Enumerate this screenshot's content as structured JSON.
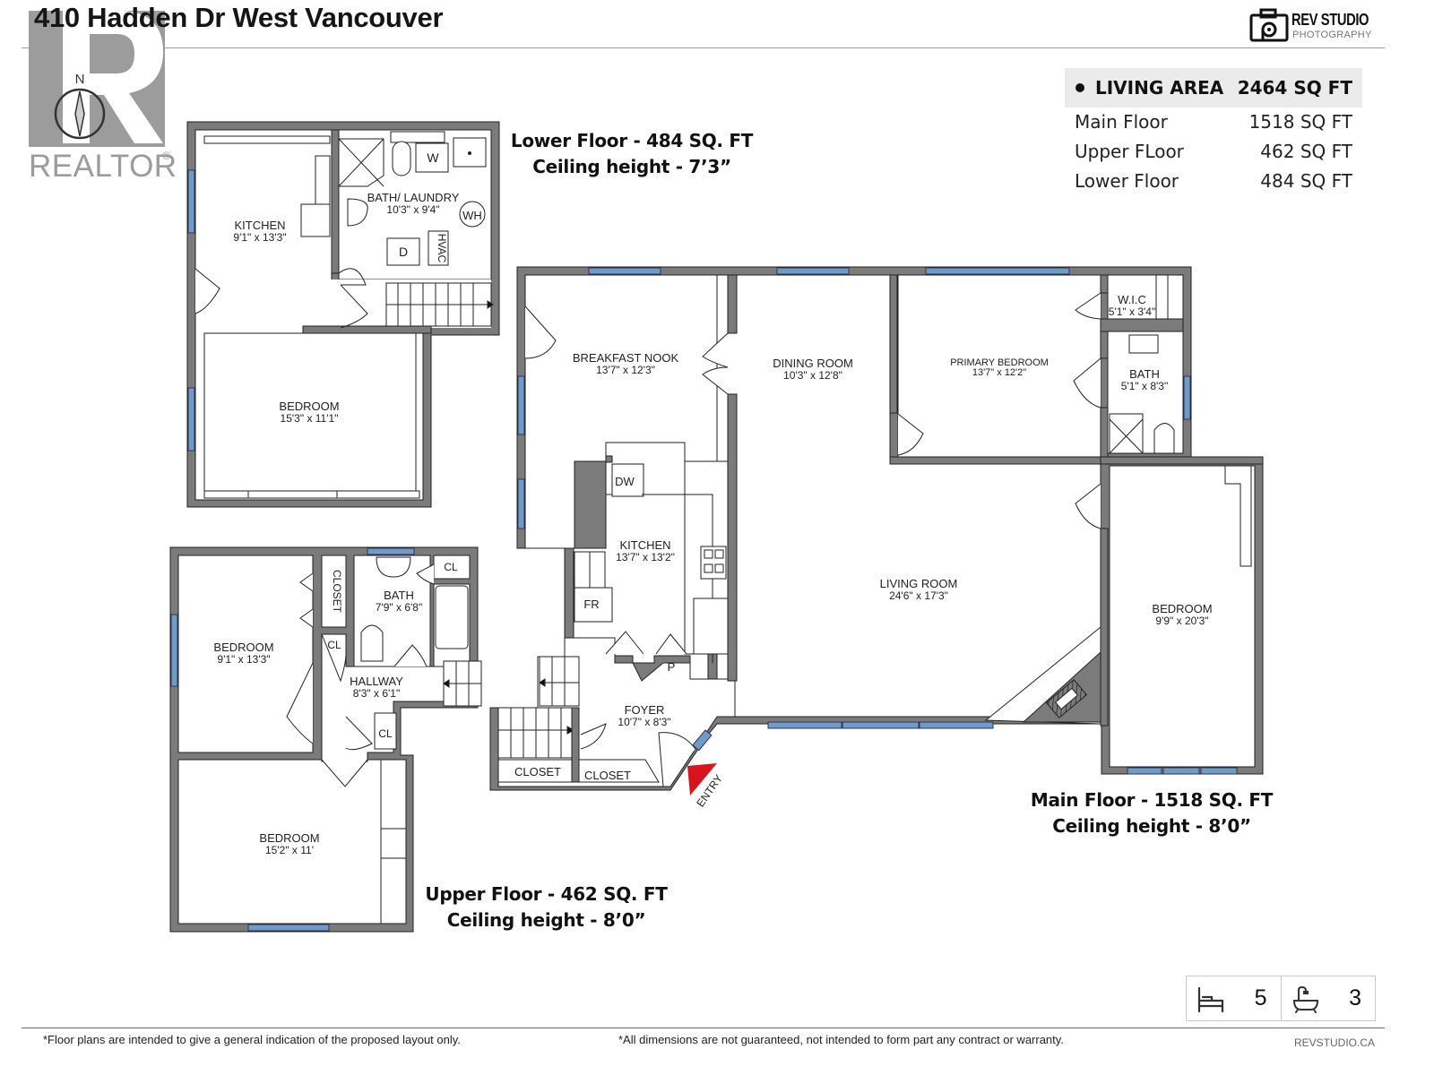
{
  "header": {
    "title": "410 Hadden Dr West Vancouver",
    "brand_name": "REV STUDIO",
    "brand_sub": "PHOTOGRAPHY",
    "watermark_text": "REALTOR",
    "compass_label": "N"
  },
  "area_table": {
    "title": "LIVING AREA",
    "total": "2464 SQ FT",
    "rows": [
      {
        "label": "Main Floor",
        "value": "1518 SQ FT"
      },
      {
        "label": "Upper FLoor",
        "value": "462 SQ FT"
      },
      {
        "label": "Lower Floor",
        "value": "484 SQ FT"
      }
    ]
  },
  "floors": {
    "lower": {
      "line1": "Lower Floor - 484 SQ. FT",
      "line2": "Ceiling height - 7’3”"
    },
    "main": {
      "line1": "Main Floor - 1518 SQ. FT",
      "line2": "Ceiling height - 8’0”"
    },
    "upper": {
      "line1": "Upper Floor - 462 SQ. FT",
      "line2": "Ceiling height - 8’0”"
    }
  },
  "rooms": {
    "lower_kitchen": {
      "name": "KITCHEN",
      "dims": "9'1\" x 13'3\""
    },
    "lower_bath_laundry": {
      "name": "BATH/ LAUNDRY",
      "dims": "10'3\" x 9'4\""
    },
    "lower_bedroom": {
      "name": "BEDROOM",
      "dims": "15'3\" x 11'1\""
    },
    "breakfast_nook": {
      "name": "BREAKFAST NOOK",
      "dims": "13'7\" x 12'3\""
    },
    "dining_room": {
      "name": "DINING ROOM",
      "dims": "10'3\" x 12'8\""
    },
    "primary_bedroom": {
      "name": "PRIMARY BEDROOM",
      "dims": "13'7\" x 12'2\""
    },
    "wic": {
      "name": "W.I.C",
      "dims": "5'1\" x 3'4\""
    },
    "main_bath": {
      "name": "BATH",
      "dims": "5'1\" x 8'3\""
    },
    "main_kitchen": {
      "name": "KITCHEN",
      "dims": "13'7\" x 13'2\""
    },
    "living_room": {
      "name": "LIVING ROOM",
      "dims": "24'6\" x 17'3\""
    },
    "main_bedroom": {
      "name": "BEDROOM",
      "dims": "9'9\" x 20'3\""
    },
    "foyer": {
      "name": "FOYER",
      "dims": "10'7\" x 8'3\""
    },
    "upper_bedroom1": {
      "name": "BEDROOM",
      "dims": "9'1\" x 13'3\""
    },
    "upper_bath": {
      "name": "BATH",
      "dims": "7'9\" x 6'8\""
    },
    "hallway": {
      "name": "HALLWAY",
      "dims": "8'3\" x 6'1\""
    },
    "upper_bedroom2": {
      "name": "BEDROOM",
      "dims": "15'2\" x 11'"
    }
  },
  "fixtures": {
    "washer": "W",
    "dryer": "D",
    "water_heater": "WH",
    "hvac": "HVAC",
    "dishwasher": "DW",
    "fridge": "FR",
    "pantry": "P",
    "closet": "CLOSET",
    "closet_short": "CL",
    "entry": "ENTRY"
  },
  "stats": {
    "bedrooms": "5",
    "bathrooms": "3",
    "bed_icon": "bed-icon",
    "bath_icon": "bathtub-icon"
  },
  "footer": {
    "disclaimer_left": "*Floor plans are intended to give a general indication of the proposed layout only.",
    "disclaimer_right": "*All dimensions are not guaranteed, not intended to form part any contract or warranty.",
    "site": "REVSTUDIO.CA"
  },
  "colors": {
    "wall": "#7b7b7b",
    "window": "#6f9bc7",
    "entry_marker": "#d8151c",
    "area_header_bg": "#ebebeb"
  }
}
